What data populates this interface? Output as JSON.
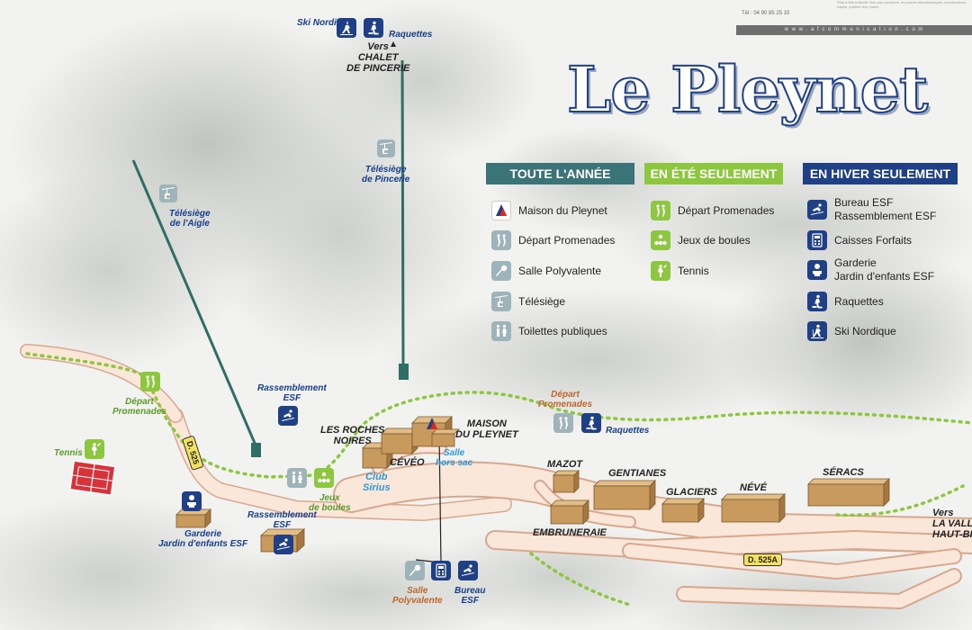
{
  "title": {
    "prefix": "Le ",
    "main": "Pleynet"
  },
  "header": {
    "phone": "Tél : 04 90 85 25 10",
    "website": "w w w . a f c o m m u n i c a t i o n . c o m",
    "disclaimer": "Plan à titre indicatif. Non pas conforme, les points caractéristiques, constructions, trajets, position des pistes..."
  },
  "legend": {
    "year_round": {
      "heading": "TOUTE L'ANNÉE",
      "color": "#3b7478",
      "items": [
        {
          "icon": "info-icon",
          "label": "Maison du Pleynet"
        },
        {
          "icon": "hikers-icon",
          "label": "Départ Promenades"
        },
        {
          "icon": "microphone-icon",
          "label": "Salle Polyvalente"
        },
        {
          "icon": "chairlift-icon",
          "label": "Télésiège"
        },
        {
          "icon": "toilets-icon",
          "label": "Toilettes publiques"
        }
      ]
    },
    "summer": {
      "heading": "EN ÉTÉ SEULEMENT",
      "color": "#8dc63f",
      "items": [
        {
          "icon": "hikers-icon",
          "label": "Départ Promenades"
        },
        {
          "icon": "boules-icon",
          "label": "Jeux de boules"
        },
        {
          "icon": "tennis-icon",
          "label": "Tennis"
        }
      ]
    },
    "winter": {
      "heading": "EN HIVER SEULEMENT",
      "color": "#1f3f86",
      "items": [
        {
          "icon": "ski-school-icon",
          "label": "Bureau ESF",
          "label2": "Rassemblement ESF"
        },
        {
          "icon": "calculator-icon",
          "label": "Caisses Forfaits"
        },
        {
          "icon": "baby-icon",
          "label": "Garderie",
          "label2": "Jardin d'enfants ESF"
        },
        {
          "icon": "snowshoe-icon",
          "label": "Raquettes"
        },
        {
          "icon": "cross-country-ski-icon",
          "label": "Ski Nordique"
        }
      ]
    }
  },
  "map_labels": {
    "ski_nordique": "Ski Nordique",
    "raquettes_top": "Raquettes",
    "vers_chalet": "Vers",
    "chalet": "CHALET",
    "de_pincerie": "DE PINCERIE",
    "telesiege_pincerie": "Télésiège",
    "telesiege_pincerie2": "de Pincerie",
    "telesiege_aigle": "Télésiège",
    "telesiege_aigle2": "de l'Aigle",
    "depart_promenades_left": "Départ",
    "depart_promenades_left2": "Promenades",
    "tennis": "Tennis",
    "rassemblement_top": "Rassemblement",
    "rassemblement_top2": "ESF",
    "rassemblement_bottom": "Rassemblement",
    "rassemblement_bottom2": "ESF",
    "les_roches": "LES ROCHES",
    "noires": "NOIRES",
    "ceveo": "CÉVÉO",
    "maison": "MAISON",
    "du_pleynet": "DU PLEYNET",
    "salle": "Salle",
    "hors_sac": "hors sac",
    "club": "Club",
    "sirius": "Sirius",
    "jeux": "Jeux",
    "de_boules": "de boules",
    "depart_promenades_right": "Départ",
    "depart_promenades_right2": "Promenades",
    "raquettes_right": "Raquettes",
    "mazot": "MAZOT",
    "gentianes": "GENTIANES",
    "glaciers": "GLACIERS",
    "neve": "NÉVÉ",
    "seracs": "SÉRACS",
    "embruneraie": "EMBRUNERAIE",
    "garderie": "Garderie",
    "jardin": "Jardin d'enfants ESF",
    "salle_polyvalente": "Salle",
    "salle_polyvalente2": "Polyvalente",
    "bureau": "Bureau",
    "bureau2": "ESF",
    "vers_right": "Vers",
    "la_vallee": "LA VALLÉ",
    "haut_br": "HAUT-BR",
    "road_d525": "D. 525",
    "road_d525a": "D. 525A"
  },
  "colors": {
    "navy": "#1f3f86",
    "green": "#8dc63f",
    "teal": "#3b7478",
    "road": "#f6d9c8",
    "building": "#c99a5e"
  }
}
